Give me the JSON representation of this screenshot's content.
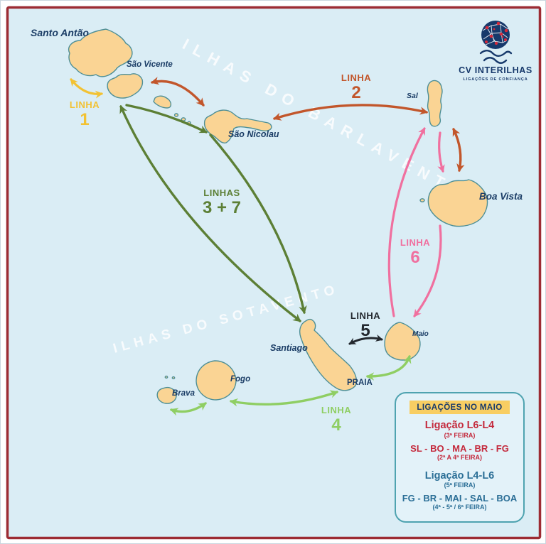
{
  "brand": {
    "name": "CV INTERILHAS",
    "tagline": "LIGAÇÕES DE CONFIANÇA"
  },
  "watermarks": {
    "north": "ILHAS DO BARLAVENTO",
    "south": "ILHAS DO SOTAVENTO"
  },
  "islands": {
    "santo_antao": "Santo Antão",
    "sao_vicente": "São Vicente",
    "sao_nicolau": "São Nicolau",
    "sal": "Sal",
    "boa_vista": "Boa Vista",
    "maio": "Maio",
    "santiago": "Santiago",
    "praia": "PRAIA",
    "fogo": "Fogo",
    "brava": "Brava"
  },
  "routes": {
    "linha1": {
      "label": "LINHA",
      "number": "1",
      "color": "#f2c233"
    },
    "linha2": {
      "label": "LINHA",
      "number": "2",
      "color": "#c2562b"
    },
    "linhas_3_7": {
      "label": "LINHAS",
      "number": "3 + 7",
      "color": "#5c7f35"
    },
    "linha4": {
      "label": "LINHA",
      "number": "4",
      "color": "#8fce63"
    },
    "linha5": {
      "label": "LINHA",
      "number": "5",
      "color": "#23282e"
    },
    "linha6": {
      "label": "LINHA",
      "number": "6",
      "color": "#f0709f"
    }
  },
  "legend": {
    "header": "LIGAÇÕES NO MAIO",
    "entries": [
      {
        "title": "Ligação L6-L4",
        "subtitle": "(3ª FEIRA)",
        "color": "#c42a3d"
      },
      {
        "title": "SL - BO - MA - BR - FG",
        "subtitle": "(2ª A 4ª FEIRA)",
        "color": "#c42a3d"
      },
      {
        "title": "Ligação L4-L6",
        "subtitle": "(5ª FEIRA)",
        "color": "#2a6e96"
      },
      {
        "title": "FG - BR - MAI - SAL - BOA",
        "subtitle": "(4ª - 5ª / 6ª FEIRA)",
        "color": "#2a6e96"
      }
    ]
  },
  "colors": {
    "sea": "#daedf5",
    "frame": "#9c2b33",
    "island_fill": "#fad494",
    "island_stroke": "#4e8f96",
    "navy": "#17396b"
  }
}
